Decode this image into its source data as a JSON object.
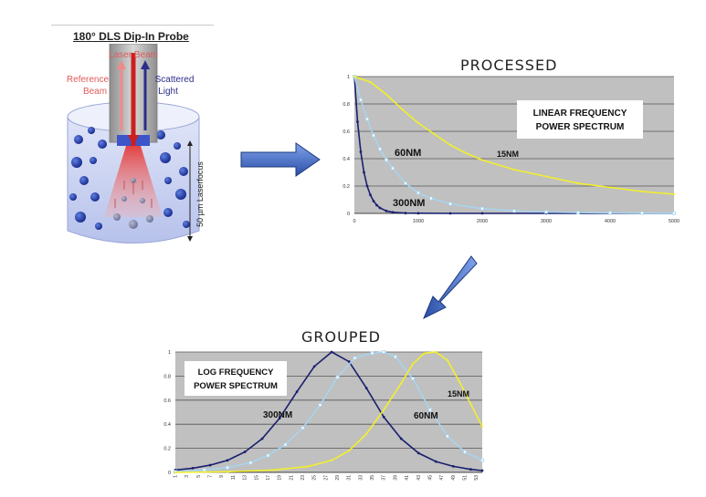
{
  "probe": {
    "title": "180° DLS Dip-In Probe",
    "laser_beam": "Laser Beam",
    "reference_beam": [
      "Reference",
      "Beam"
    ],
    "scattered_light": [
      "Scattered",
      "Light"
    ],
    "laserfocus": "50 µm Laserfocus"
  },
  "colors": {
    "arrow": "#3a5fb8",
    "dark_series": "#1a1f6e",
    "light_series": "#a8d4ef",
    "yellow_series": "#f2ef2c",
    "plot_bg": "#c0c0c0",
    "laser": "#d23232"
  },
  "chart_data": [
    {
      "type": "line",
      "title": "PROCESSED",
      "annotation": [
        "LINEAR FREQUENCY",
        "POWER SPECTRUM"
      ],
      "xlim": [
        0,
        5000
      ],
      "ylim": [
        0,
        1
      ],
      "x_ticks": [
        "0",
        "1000",
        "2000",
        "3000",
        "4000",
        "5000"
      ],
      "y_ticks": [
        "0",
        "0.2",
        "0.4",
        "0.6",
        "0.8",
        "1"
      ],
      "grid": true,
      "series": [
        {
          "name": "300NM",
          "color": "#1a1f6e",
          "x": [
            0,
            50,
            100,
            150,
            200,
            250,
            300,
            350,
            400,
            500,
            600,
            800,
            1000,
            1500,
            2000,
            3000,
            4000,
            5000
          ],
          "y": [
            1,
            0.67,
            0.45,
            0.3,
            0.2,
            0.135,
            0.09,
            0.06,
            0.04,
            0.018,
            0.008,
            0.002,
            0.001,
            0,
            0,
            0,
            0,
            0
          ]
        },
        {
          "name": "60NM",
          "color": "#a8d4ef",
          "x": [
            0,
            100,
            200,
            300,
            400,
            500,
            600,
            800,
            1000,
            1200,
            1500,
            2000,
            2500,
            3000,
            3500,
            4000,
            4500,
            5000
          ],
          "y": [
            1,
            0.83,
            0.69,
            0.57,
            0.47,
            0.39,
            0.33,
            0.22,
            0.15,
            0.11,
            0.07,
            0.035,
            0.018,
            0.01,
            0.006,
            0.004,
            0.002,
            0.001
          ]
        },
        {
          "name": "15NM",
          "color": "#f2ef2c",
          "x": [
            0,
            250,
            500,
            750,
            1000,
            1250,
            1500,
            1750,
            2000,
            2500,
            3000,
            3500,
            4000,
            4500,
            5000
          ],
          "y": [
            1,
            0.96,
            0.87,
            0.76,
            0.66,
            0.58,
            0.5,
            0.44,
            0.39,
            0.32,
            0.27,
            0.22,
            0.19,
            0.16,
            0.14
          ]
        }
      ]
    },
    {
      "type": "line",
      "title": "GROUPED",
      "annotation": [
        "LOG FREQUENCY",
        "POWER SPECTRUM"
      ],
      "x_ticks": [
        "1",
        "3",
        "5",
        "7",
        "9",
        "11",
        "13",
        "15",
        "17",
        "19",
        "21",
        "23",
        "25",
        "27",
        "29",
        "31",
        "33",
        "35",
        "37",
        "39",
        "41",
        "43",
        "45",
        "47",
        "49",
        "51",
        "53"
      ],
      "xlim": [
        1,
        54
      ],
      "ylim": [
        0,
        1
      ],
      "y_ticks": [
        "0",
        "0.2",
        "0.4",
        "0.6",
        "0.8",
        "1"
      ],
      "grid": true,
      "series": [
        {
          "name": "300NM",
          "color": "#1a1f6e",
          "x": [
            1,
            4,
            7,
            10,
            13,
            16,
            19,
            22,
            25,
            28,
            31,
            34,
            37,
            40,
            43,
            46,
            49,
            52,
            54
          ],
          "y": [
            0.02,
            0.035,
            0.06,
            0.1,
            0.17,
            0.28,
            0.45,
            0.67,
            0.88,
            1.0,
            0.92,
            0.7,
            0.46,
            0.28,
            0.16,
            0.09,
            0.05,
            0.025,
            0.015
          ]
        },
        {
          "name": "60NM",
          "color": "#a8d4ef",
          "x": [
            1,
            6,
            10,
            14,
            17,
            20,
            23,
            26,
            29,
            32,
            35,
            37,
            39,
            42,
            45,
            48,
            51,
            54
          ],
          "y": [
            0.005,
            0.02,
            0.04,
            0.08,
            0.14,
            0.23,
            0.37,
            0.56,
            0.79,
            0.95,
            0.99,
            1.0,
            0.96,
            0.78,
            0.52,
            0.3,
            0.17,
            0.1
          ]
        },
        {
          "name": "15NM",
          "color": "#f2ef2c",
          "x": [
            1,
            10,
            18,
            24,
            28,
            31,
            34,
            37,
            40,
            42,
            44,
            46,
            48,
            50,
            52,
            54
          ],
          "y": [
            0,
            0.005,
            0.02,
            0.05,
            0.1,
            0.18,
            0.32,
            0.52,
            0.74,
            0.9,
            0.99,
            1.0,
            0.93,
            0.76,
            0.57,
            0.38
          ]
        }
      ]
    }
  ]
}
